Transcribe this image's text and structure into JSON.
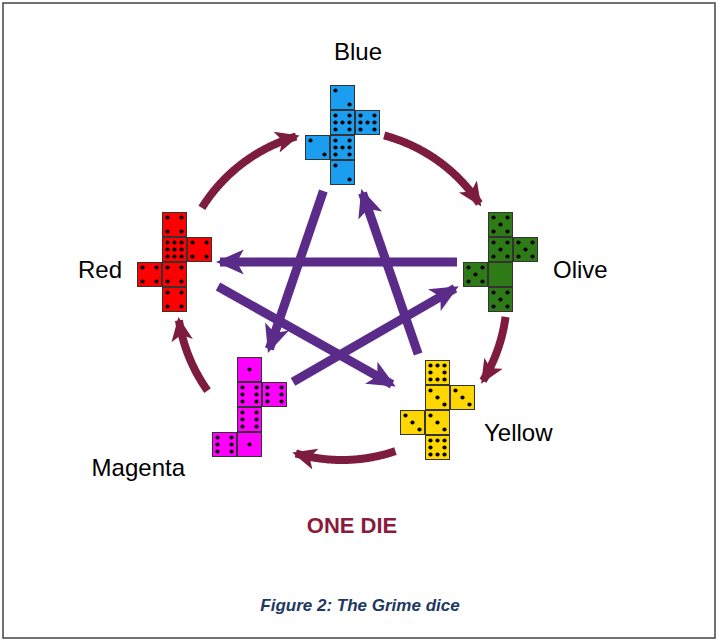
{
  "diagram": {
    "caption": "Figure 2: The Grime dice",
    "nodes": [
      {
        "text": [
          "Blue"
        ]
      },
      {
        "text": [
          "Red"
        ]
      },
      {
        "text": [
          "Olive"
        ]
      },
      {
        "text": [
          "Magenta"
        ]
      },
      {
        "text": [
          "Yellow"
        ]
      }
    ],
    "edges": [
      {
        "from": 0,
        "to": 2,
        "arrow": "to"
      },
      {
        "from": 2,
        "to": 4,
        "arrow": "to"
      },
      {
        "from": 4,
        "to": 3,
        "arrow": "to"
      },
      {
        "from": 3,
        "to": 1,
        "arrow": "to"
      },
      {
        "from": 1,
        "to": 0,
        "arrow": "to"
      },
      {
        "from": 2,
        "to": 1,
        "arrow": "to"
      },
      {
        "from": 1,
        "to": 4,
        "arrow": "to"
      },
      {
        "from": 4,
        "to": 0,
        "arrow": "to"
      },
      {
        "from": 0,
        "to": 3,
        "arrow": "to"
      },
      {
        "from": 3,
        "to": 2,
        "arrow": "to"
      }
    ],
    "labels": [
      "ONE DIE"
    ]
  }
}
